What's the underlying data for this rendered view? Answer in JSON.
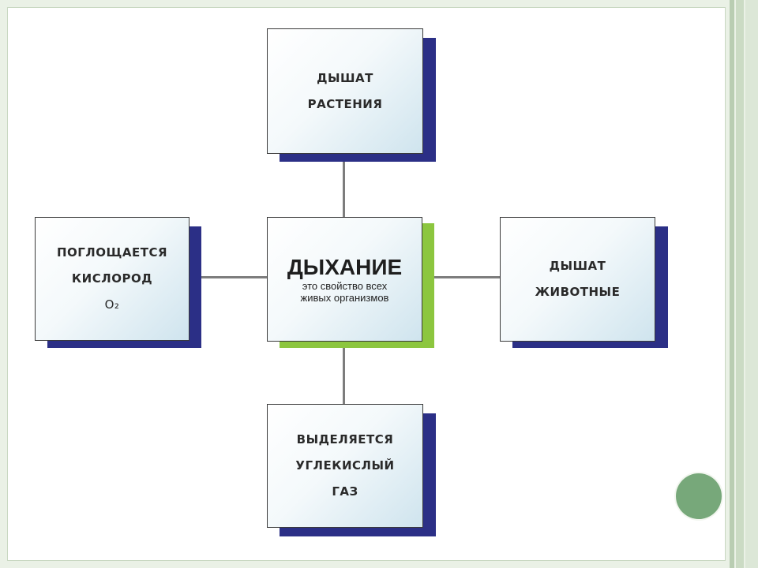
{
  "diagram": {
    "center": {
      "title": "ДЫХАНИЕ",
      "subtitle_line1": "это свойство всех",
      "subtitle_line2": "живых организмов"
    },
    "top": {
      "line1": "ДЫШАТ",
      "line2": "РАСТЕНИЯ"
    },
    "left": {
      "line1": "ПОГЛОЩАЕТСЯ",
      "line2": "КИСЛОРОД",
      "line3": "O₂"
    },
    "right": {
      "line1": "ДЫШАТ",
      "line2": "ЖИВОТНЫЕ"
    },
    "bottom": {
      "line1": "ВЫДЕЛЯЕТСЯ",
      "line2": "УГЛЕКИСЛЫЙ",
      "line3": "ГАЗ"
    }
  },
  "colors": {
    "box_shadow": "#2b2f86",
    "center_shadow": "#8cc63f",
    "connector": "#7d7d7d",
    "slide_accent": "#77a87a"
  }
}
